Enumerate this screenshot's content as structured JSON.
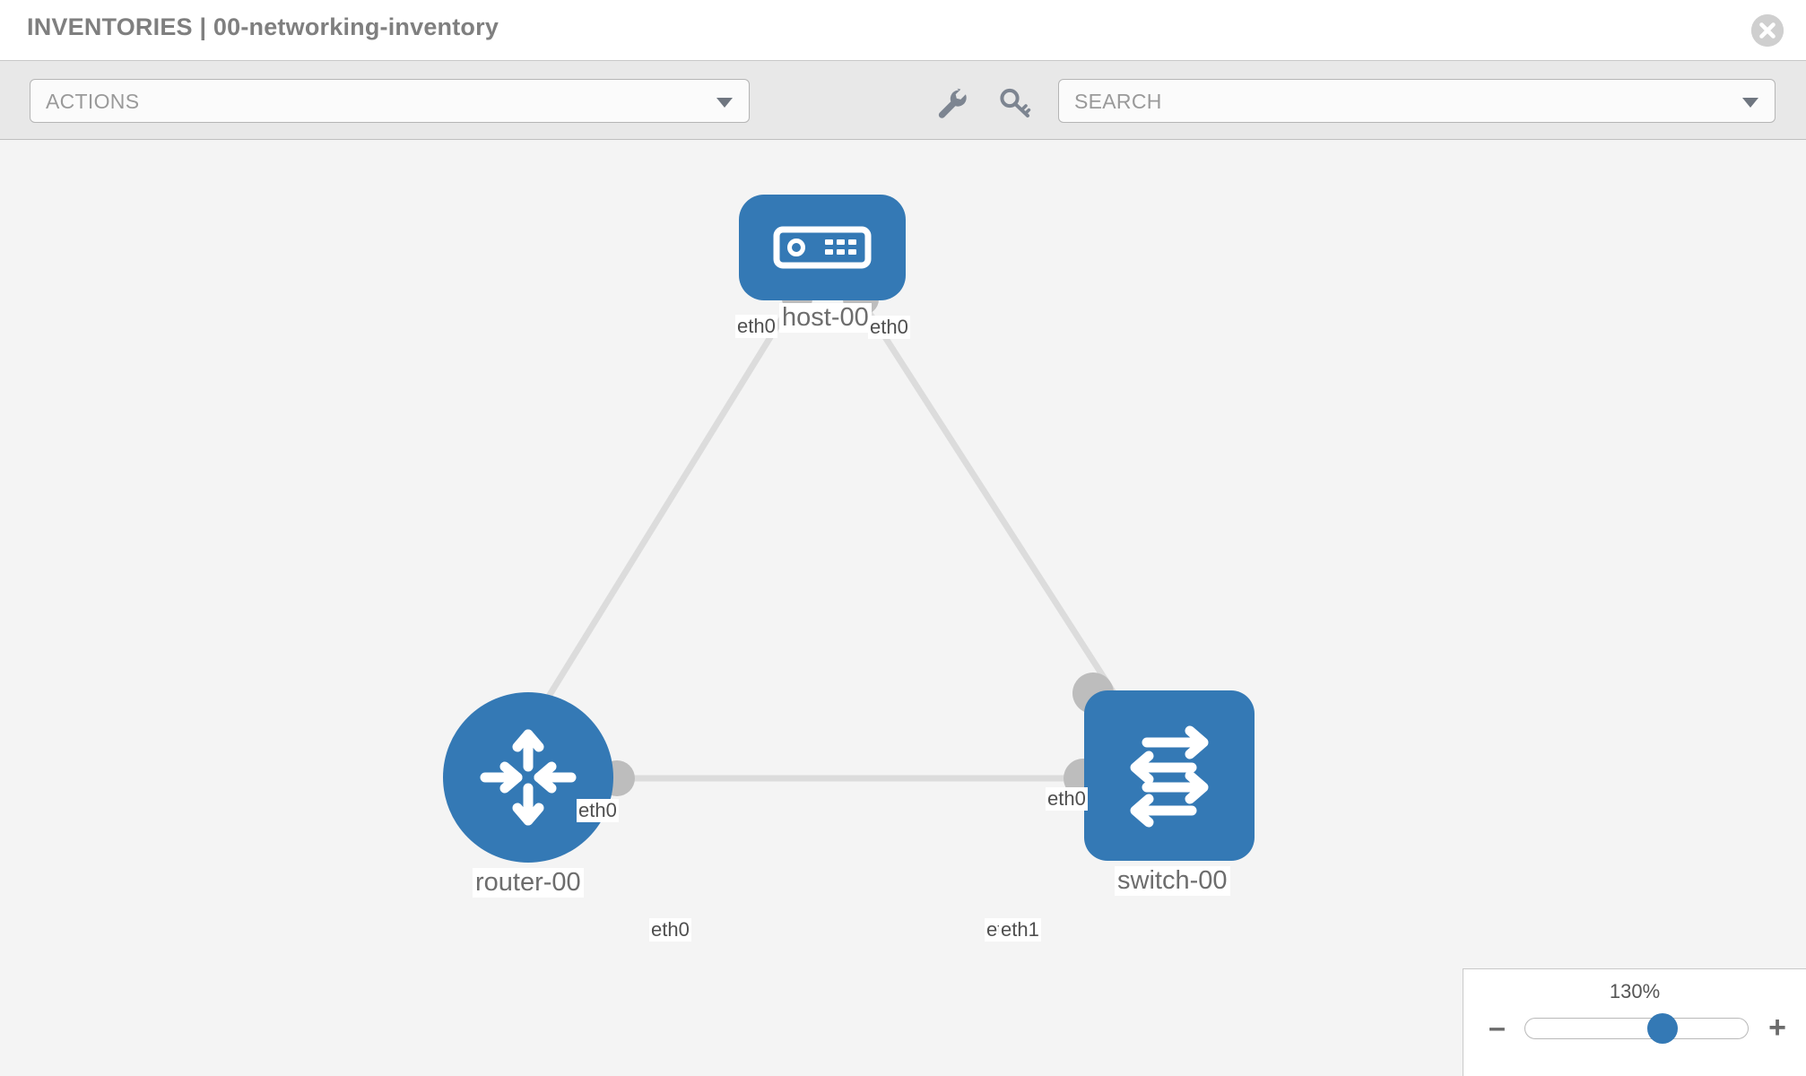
{
  "header": {
    "title": "INVENTORIES | 00-networking-inventory",
    "close_icon": "close-circle-icon"
  },
  "toolbar": {
    "actions": {
      "label": "ACTIONS",
      "caret_icon": "chevron-down-icon"
    },
    "wrench_icon": "wrench-icon",
    "key_icon": "key-icon",
    "search": {
      "placeholder": "SEARCH",
      "value": "SEARCH",
      "caret_icon": "chevron-down-icon"
    }
  },
  "topology": {
    "nodes": [
      {
        "id": "host-00",
        "label": "host-00",
        "type": "host",
        "icon": "server-icon",
        "color": "#3479b5"
      },
      {
        "id": "router-00",
        "label": "router-00",
        "type": "router",
        "icon": "router-arrows-icon",
        "color": "#3479b5"
      },
      {
        "id": "switch-00",
        "label": "switch-00",
        "type": "switch",
        "icon": "switch-arrows-icon",
        "color": "#3479b5"
      }
    ],
    "links": [
      {
        "from": "host-00",
        "from_iface": "eth0",
        "to": "router-00",
        "to_iface": "eth0"
      },
      {
        "from": "host-00",
        "from_iface": "eth0",
        "to": "switch-00",
        "to_iface": "eth0"
      },
      {
        "from": "router-00",
        "from_iface": "eth0",
        "to": "switch-00",
        "to_iface": "eth1"
      }
    ],
    "interface_labels": {
      "host_left": "eth0",
      "host_right": "eth0",
      "router_up": "eth0",
      "switch_up": "eth0",
      "router_right": "eth0",
      "switch_left_a": "eth",
      "switch_left_b": "eth1"
    },
    "edge_color": "#dcdcdc",
    "port_color": "#bdbdbd"
  },
  "zoom": {
    "value": "130%",
    "minus_label": "–",
    "plus_label": "+",
    "minus_icon": "minus-icon",
    "plus_icon": "plus-icon",
    "thumb_position_percent": 63
  }
}
